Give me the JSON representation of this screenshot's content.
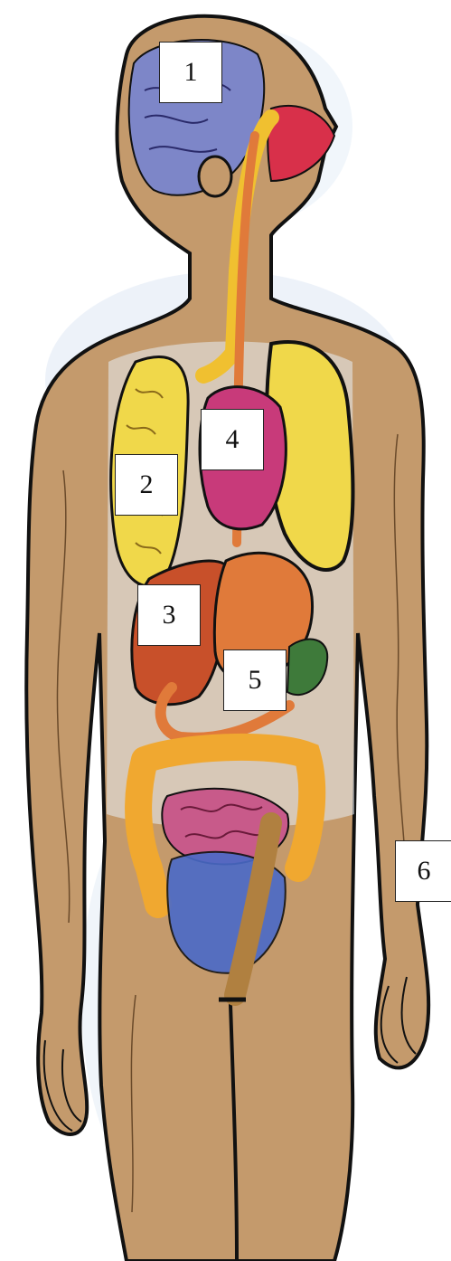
{
  "labels": {
    "brain": "1",
    "lung_left": "2",
    "liver": "3",
    "heart": "4",
    "stomach": "5",
    "arm_skin": "6"
  },
  "colors": {
    "skin": "#c49a6c",
    "skin_light": "#d8b48a",
    "outline": "#111111",
    "brain": "#7d86c8",
    "lung": "#f0d84a",
    "heart": "#c83a7a",
    "liver": "#c8502a",
    "stomach": "#e07a3a",
    "spleen": "#3e7a3a",
    "intestine": "#f0a830",
    "small_intestine": "#c85a8a",
    "bladder": "#4a6ac8",
    "mouth": "#d8304a",
    "wash": "#dfe8f4"
  }
}
